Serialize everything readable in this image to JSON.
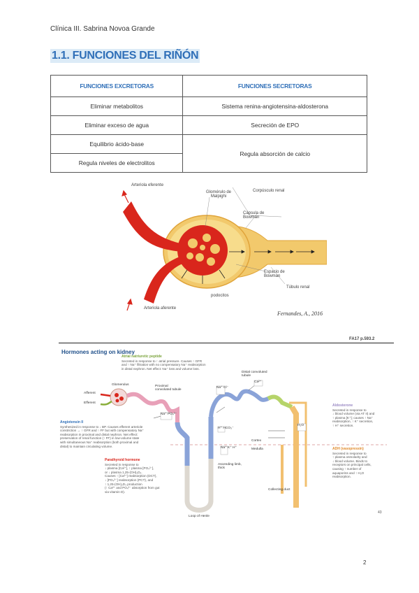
{
  "header": {
    "text": "Clínica III. Sabrina Novoa Grande"
  },
  "section_title": "1.1. FUNCIONES DEL RIÑÓN",
  "functions_table": {
    "col1_header": "FUNCIONES EXCRETORAS",
    "col2_header": "FUNCIONES SECRETORAS",
    "excretoras": [
      "Eliminar metabolitos",
      "Eliminar exceso de agua",
      "Equilibrio ácido-base",
      "Regula niveles de electrolitos"
    ],
    "secretoras": [
      "Sistema renina-angiotensina-aldosterona",
      "Secreción de EPO",
      "Regula absorción de calcio"
    ]
  },
  "glomerulus_figure": {
    "labels": {
      "efferent": "Arteriola eferente",
      "afferent": "Arteriola aferente",
      "glomerulus": "Glomérulo de Malpighi",
      "corpuscle": "Corpúsculo renal",
      "capsule": "Cápsula de Bowman",
      "bowman_space": "Espacio de Bowman",
      "podocytes": "podocitos",
      "tubule": "Túbulo renal"
    },
    "citation": "Fernandes, A., 2016"
  },
  "hormones_figure": {
    "ref": "FA17 p.593.2",
    "title": "Hormones acting on kidney",
    "anp": {
      "title": "Atrial natriuretic peptide",
      "lines": [
        "Secreted in response to ↑ atrial pressure. Causes ↑ GFR",
        "and ↑ Na⁺ filtration with no compensatory Na⁺ reabsorption",
        "in distal nephron. Net effect: Na⁺ loss and volume loss."
      ]
    },
    "ang2": {
      "title": "Angiotensin II",
      "lines": [
        "Synthesized in response to ↓ BP. Causes efferent arteriole",
        "constriction → ↑ GFR and ↑ FF but with compensatory Na⁺",
        "reabsorption in proximal and distal nephron. Net effect:",
        "preservation of renal function (↑ FF) in low-volume state",
        "with simultaneous Na⁺ reabsorption (both proximal and",
        "distal) to maintain circulating volume."
      ]
    },
    "pth": {
      "title": "Parathyroid hormone",
      "lines": [
        "Secreted in response to",
        "↓ plasma [Ca²⁺], ↑ plasma [PO₄³⁻],",
        "or ↓ plasma 1,25-(OH)₂D₃.",
        "Causes ↑ [Ca²⁺] reabsorption (DCT),",
        "↓ [PO₄³⁻] reabsorption (PCT), and",
        "↑ 1,25-(OH)₂D₃ production",
        "(↑ Ca²⁺ and PO₄³⁻ absorption from gut",
        "via vitamin D)."
      ]
    },
    "aldo": {
      "title": "Aldosterone",
      "lines": [
        "Secreted in response to",
        "↓ blood volume (via AT II) and",
        "↑ plasma [K⁺]; causes ↑ Na⁺",
        "reabsorption, ↑ K⁺ secretion,",
        "↑ H⁺ secretion."
      ]
    },
    "adh": {
      "title": "ADH (vasopressin)",
      "lines": [
        "Secreted in response to",
        "↑ plasma osmolarity and",
        "↓ blood volume. Binds to",
        "receptors on principal cells,",
        "causing ↑ number of",
        "aquaporins and ↑ H₂O",
        "reabsorption."
      ]
    },
    "labels": {
      "glomerulus": "Glomerulus",
      "afferent": "Afferent",
      "efferent": "Efferent",
      "proximal": "Proximal convoluted tubule",
      "distal": "Distal convoluted tubule",
      "cortex": "Cortex",
      "medulla": "Medulla",
      "loop": "Loop of Henle",
      "thick": "Ascending limb, thick",
      "collecting": "Collecting duct",
      "na_cl": "Na⁺ Cl⁻",
      "ca": "Ca²⁺",
      "h2o": "H₂O",
      "na_k": "Na⁺ K⁺ H⁺",
      "po4": "Na⁺ PO₄³⁻",
      "h_co3": "H⁺ HCO₃⁻"
    },
    "page_ref": "43"
  },
  "page_number": "2",
  "colors": {
    "accent": "#2f6fb8",
    "artery": "#d9261c",
    "tubule": "#f0c96a"
  }
}
